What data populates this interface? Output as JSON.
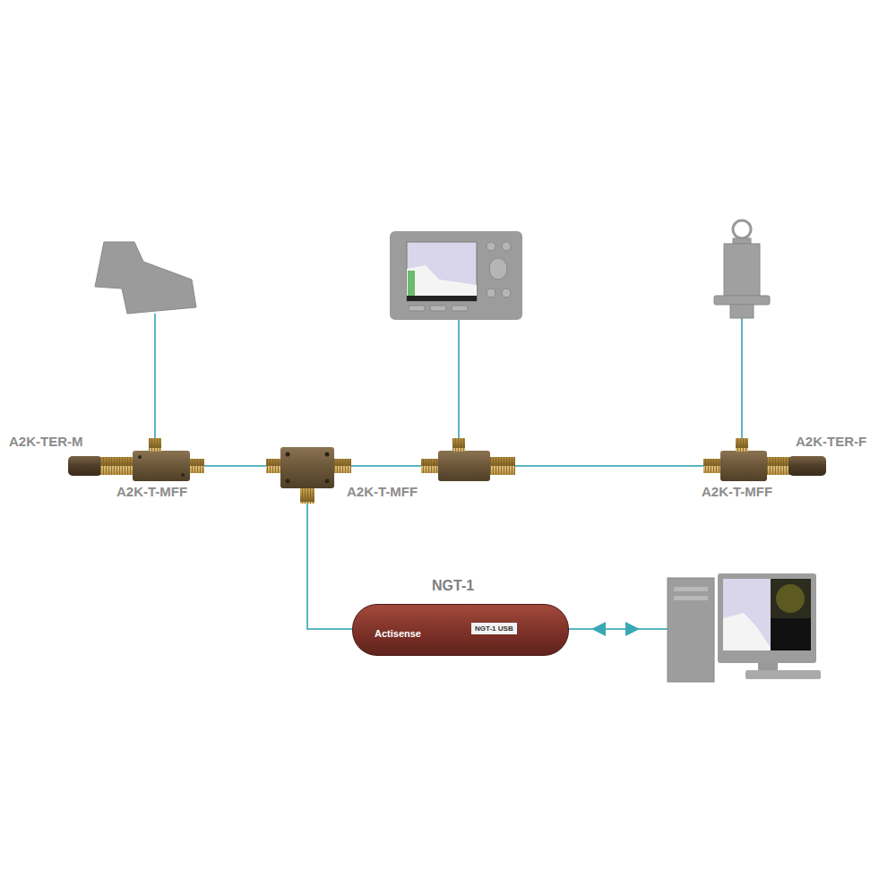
{
  "diagram": {
    "nodes": [
      {
        "text": [
          "NGT-1",
          "Actisense",
          "NGT-1 USB"
        ]
      }
    ],
    "labels": [
      "A2K-TER-M",
      "A2K-T-MFF",
      "A2K-T-MFF",
      "A2K-T-MFF",
      "A2K-TER-F"
    ]
  }
}
